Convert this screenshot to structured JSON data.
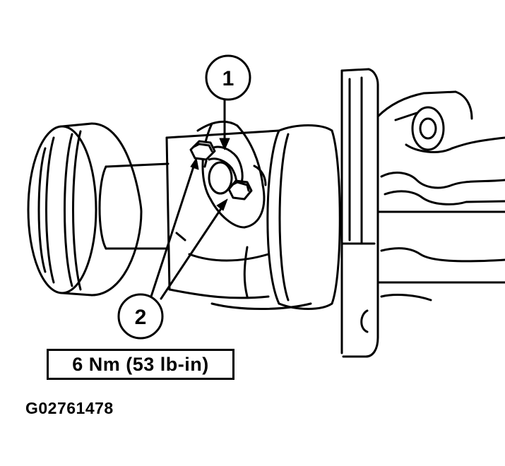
{
  "callouts": {
    "one": "1",
    "two": "2"
  },
  "torque_spec": "6 Nm (53 lb-in)",
  "figure_id": "G02761478",
  "colors": {
    "line": "#000000",
    "background": "#ffffff"
  }
}
